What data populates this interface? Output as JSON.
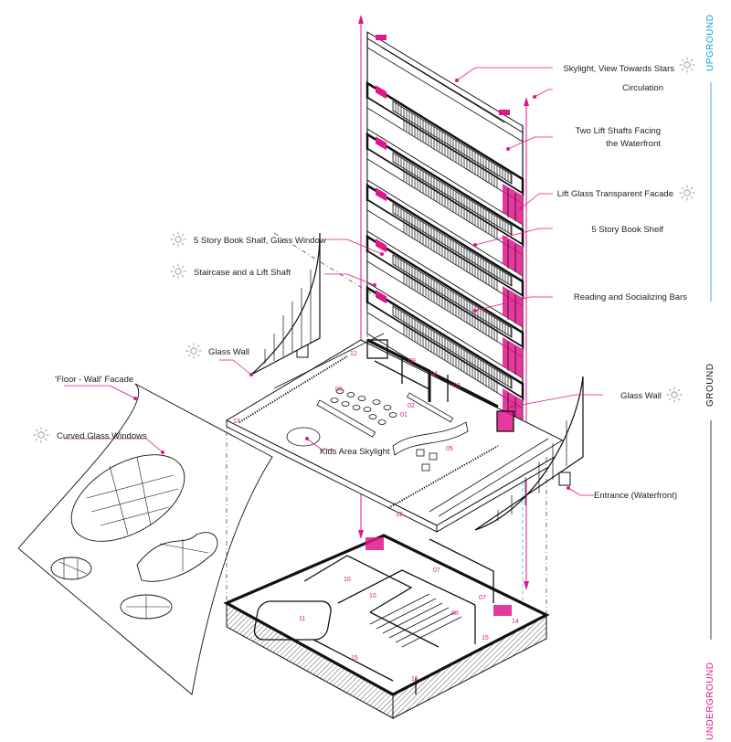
{
  "side_labels": {
    "upground": "UPGROUND",
    "ground": "GROUND",
    "underground": "UNDERGROUND"
  },
  "labels": {
    "skylight": "Skylight, View Towards Stars",
    "circulation": "Circulation",
    "lift_shafts_1": "Two Lift Shafts Facing",
    "lift_shafts_2": "the Waterfront",
    "lift_glass": "Lift Glass Transparent Facade",
    "book_shelf": "5 Story Book Shelf",
    "book_shelf_glass": "5 Story Book Shalf, Glass Window",
    "staircase": "Staircase and a Lift Shaft",
    "reading_bars": "Reading and Socializing Bars",
    "glass_wall_left": "Glass Wall",
    "glass_wall_right": "Glass Wall",
    "floor_wall": "'Floor - Wall' Facade",
    "curved_windows": "Curved Glass Windows",
    "kids_skylight": "Kids Area Skylight",
    "entrance": "Entrance (Waterfront)"
  },
  "room_numbers": {
    "n01": "01",
    "n02": "02",
    "n03": "03",
    "n04": "04",
    "n05": "05",
    "n06": "06",
    "n07": "07",
    "n07b": "07",
    "n08": "08",
    "n09": "09",
    "n10a": "10",
    "n10b": "10",
    "n11": "11",
    "n12a": "12",
    "n12b": "12",
    "n13": "13",
    "n14": "14",
    "n15a": "15",
    "n15b": "15",
    "n15c": "15"
  },
  "colors": {
    "accent": "#e0168c",
    "upground": "#00a6d6",
    "ground": "#111111",
    "underground": "#e0168c"
  },
  "icons": [
    "sun-icon"
  ]
}
